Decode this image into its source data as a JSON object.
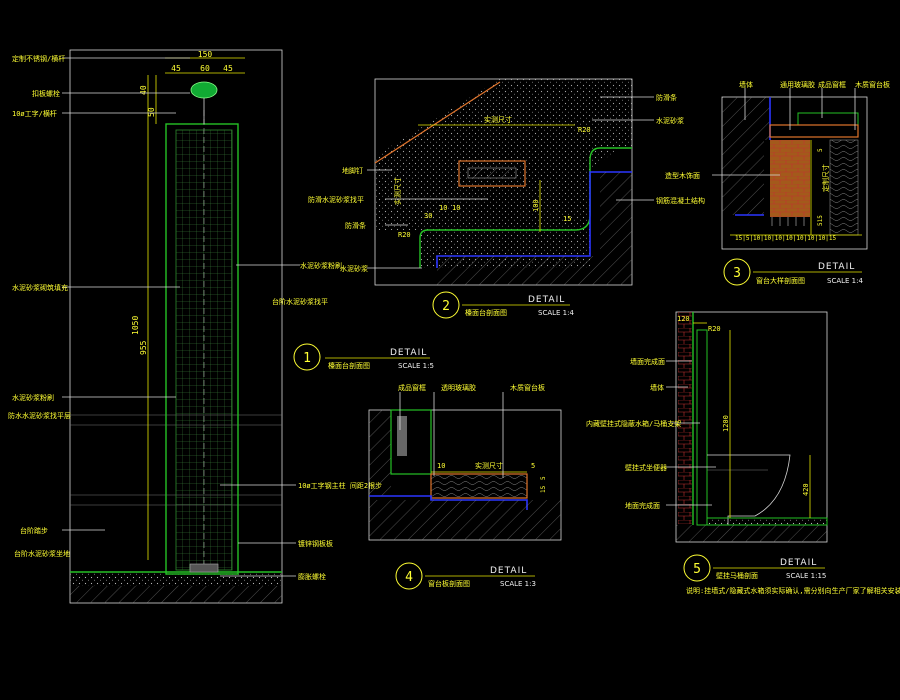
{
  "colors": {
    "background": "#000000",
    "dim": "#ffff33",
    "green": "#25c125",
    "blue": "#2a35ff",
    "orange": "#e0742c",
    "white": "#f0f0f0"
  },
  "detail1": {
    "number": "1",
    "word": "DETAIL",
    "title": "檯面台剖面图",
    "scale": "SCALE 1:5",
    "dims": {
      "top": "150",
      "d45a": "45",
      "d60": "60",
      "d45b": "45",
      "d40": "40",
      "d50": "50",
      "d1050": "1050",
      "d955": "955"
    },
    "left_labels": [
      "定制不锈钢/横杆",
      "扣板螺栓",
      "10ø工字/横杆",
      "水泥砂浆砌筑填充",
      "水泥砂浆粉刷",
      "防水水泥砂浆找平层",
      "台阶踏步",
      "台阶水泥砂浆坐地"
    ],
    "right_labels": [
      "水泥砂浆粉刷",
      "台阶水泥砂浆找平",
      "10ø工字钢主柱 间距2根步",
      "镀锌钢板板",
      "膨胀螺栓"
    ]
  },
  "detail2": {
    "number": "2",
    "word": "DETAIL",
    "title": "檯面台剖面图",
    "scale": "SCALE 1:4",
    "dims": {
      "width": "实测尺寸",
      "r": "R20",
      "d30": "30",
      "d10a": "10",
      "d10b": "10",
      "d100": "100",
      "d15": "15",
      "r2": "R20",
      "v": "实测尺寸"
    },
    "left_labels": [
      "地脚钉",
      "防滑水泥砂浆找平",
      "防滑条",
      "水泥砂浆"
    ],
    "right_labels": [
      "防滑条",
      "水泥砂浆",
      "钢筋混凝土结构"
    ]
  },
  "detail3": {
    "number": "3",
    "word": "DETAIL",
    "title": "窗台大样剖面图",
    "scale": "SCALE 1:4",
    "top_labels": [
      "墙体",
      "通用玻璃胶",
      "成品窗框",
      "木质窗台板"
    ],
    "right_label": "定制尺寸",
    "side_label": "造型木饰面",
    "dims": {
      "d5": "5",
      "d515": "515",
      "bottom": "15|5|10|10|10|10|10|10|10|15"
    }
  },
  "detail4": {
    "number": "4",
    "word": "DETAIL",
    "title": "窗台板剖面图",
    "scale": "SCALE 1:3",
    "labels": [
      "成品窗框",
      "透明玻璃胶",
      "木质窗台板"
    ],
    "dims": {
      "d10": "10",
      "width": "实测尺寸",
      "d5": "5",
      "d15": "15",
      "d5b": "5"
    }
  },
  "detail5": {
    "number": "5",
    "word": "DETAIL",
    "title": "壁挂马桶剖面",
    "scale": "SCALE 1:15",
    "labels": [
      "墙面完成面",
      "墙体",
      "内藏壁挂式隐蔽水箱/马桶支架",
      "壁挂式坐便器",
      "地面完成面"
    ],
    "dims": {
      "d120": "120",
      "r20": "R20",
      "d1200": "1200",
      "d420": "420"
    },
    "note": "说明:挂墙式/隐藏式水箱须实际确认,需分别向生产厂家了解相关安装要求。"
  }
}
